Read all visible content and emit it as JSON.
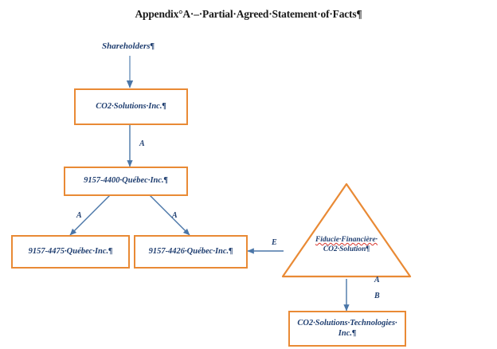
{
  "document": {
    "title": "Appendix°A·–·Partial·Agreed·Statement·of·Facts¶"
  },
  "colors": {
    "box_border": "#E98A35",
    "node_text": "#1F3E70",
    "connector": "#4A76A8",
    "spellcheck_underline": "#D8342B",
    "page_background": "#FFFFFF",
    "title_text": "#1A1A1A"
  },
  "diagram": {
    "type": "corporate-structure-org-chart",
    "nodes": [
      {
        "id": "shareholders",
        "shape": "text",
        "label": "Shareholders¶"
      },
      {
        "id": "co2-solutions-inc",
        "shape": "rectangle",
        "label": "CO2·Solutions·Inc.¶"
      },
      {
        "id": "9157-4400",
        "shape": "rectangle",
        "label": "9157-4400·Québec·Inc.¶"
      },
      {
        "id": "9157-4475",
        "shape": "rectangle",
        "label": "9157-4475·Québec·Inc.¶"
      },
      {
        "id": "9157-4426",
        "shape": "rectangle",
        "label": "9157-4426·Québec·Inc.¶"
      },
      {
        "id": "fiducie",
        "shape": "triangle",
        "label_line1": "Fiducie·Financière·",
        "label_line2": "CO2·Solution¶",
        "label_line1_misspelled": true
      },
      {
        "id": "co2-solutions-technologies",
        "shape": "rectangle",
        "label_line1": "CO2·Solutions·Technologies·",
        "label_line2": "Inc.¶"
      }
    ],
    "edges": [
      {
        "id": "e1",
        "from": "shareholders",
        "to": "co2-solutions-inc",
        "label": ""
      },
      {
        "id": "e2",
        "from": "co2-solutions-inc",
        "to": "9157-4400",
        "label": "A"
      },
      {
        "id": "e3",
        "from": "9157-4400",
        "to": "9157-4475",
        "label": "A"
      },
      {
        "id": "e4",
        "from": "9157-4400",
        "to": "9157-4426",
        "label": "A"
      },
      {
        "id": "e5",
        "from": "fiducie",
        "to": "9157-4426",
        "label": "E"
      },
      {
        "id": "e6",
        "from": "fiducie",
        "to": "co2-solutions-technologies",
        "label_1": "A",
        "label_2": "B"
      }
    ]
  }
}
